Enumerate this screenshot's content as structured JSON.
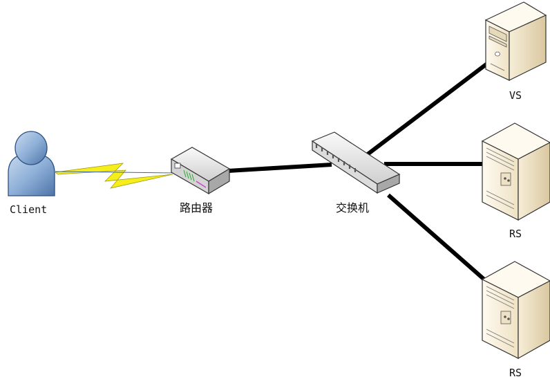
{
  "nodes": {
    "client": {
      "label": "Client",
      "icon": "user-icon"
    },
    "router": {
      "label": "路由器",
      "icon": "router-icon"
    },
    "switch": {
      "label": "交换机",
      "icon": "switch-icon"
    },
    "vs": {
      "label": "VS",
      "icon": "server-tower-icon"
    },
    "rs1": {
      "label": "RS",
      "icon": "server-rack-icon"
    },
    "rs2": {
      "label": "RS",
      "icon": "server-rack-icon"
    }
  },
  "links": [
    {
      "from": "client",
      "to": "router",
      "type": "wireless"
    },
    {
      "from": "router",
      "to": "switch",
      "type": "wired"
    },
    {
      "from": "switch",
      "to": "vs",
      "type": "wired"
    },
    {
      "from": "switch",
      "to": "rs1",
      "type": "wired"
    },
    {
      "from": "switch",
      "to": "rs2",
      "type": "wired"
    }
  ],
  "colors": {
    "link": "#000000",
    "lightning": "#f5ee1c",
    "user": "#8fb0d8",
    "server": "#f4ead2",
    "device": "#ececec"
  }
}
